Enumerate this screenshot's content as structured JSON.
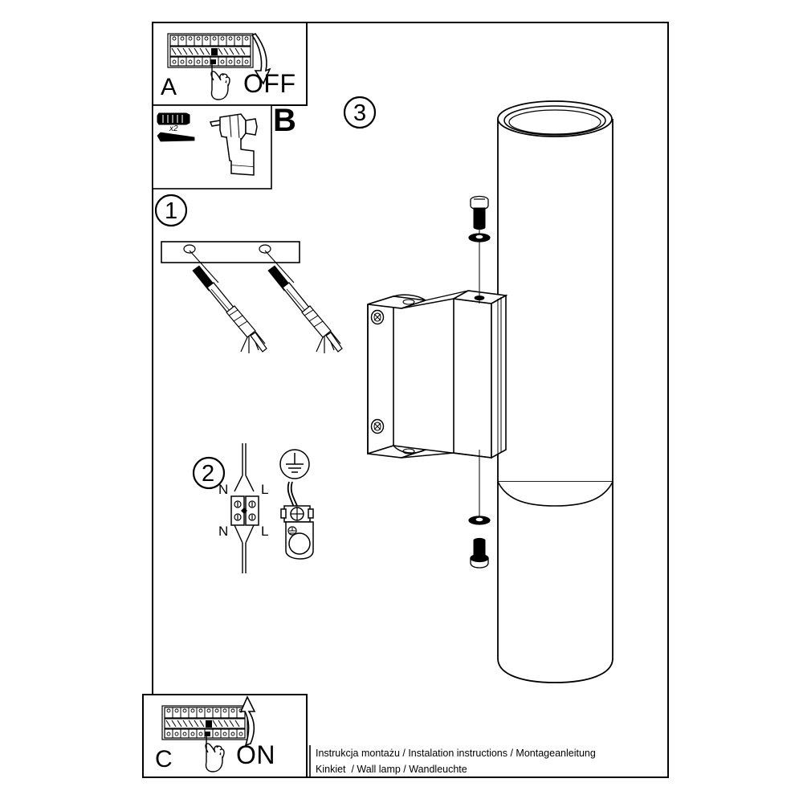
{
  "document": {
    "type": "installation-instruction-sheet",
    "product": "Wall lamp / Kinkiet / Wandleuchte",
    "background_color": "#ffffff",
    "line_color": "#000000"
  },
  "caption": {
    "line1": "Instrukcja montażu / Instalation instructions / Montageanleitung",
    "line2": "Kinkiet  / Wall lamp / Wandleuchte"
  },
  "panels": {
    "a": {
      "letter": "A",
      "action_label": "OFF",
      "description": "Switch the circuit breaker off",
      "icons": [
        "breaker-panel-icon",
        "hand-pointing-icon",
        "arrow-down-icon"
      ]
    },
    "b": {
      "letter": "B",
      "parts_quantity": "x2",
      "description": "Drill holes and insert wall plugs",
      "icons": [
        "wall-plug-icon",
        "screw-icon",
        "power-drill-icon"
      ]
    },
    "c": {
      "letter": "C",
      "action_label": "ON",
      "description": "Switch the circuit breaker on",
      "icons": [
        "breaker-panel-icon",
        "hand-pointing-icon",
        "arrow-up-icon"
      ]
    }
  },
  "steps": [
    {
      "number": "1",
      "description": "Fix the mounting plate to the wall with screws and plugs"
    },
    {
      "number": "2",
      "description": "Connect N and L wires to the terminal block and earth the fixture",
      "terminal_labels": {
        "top_left": "N",
        "top_right": "L",
        "bottom_left": "N",
        "bottom_right": "L"
      },
      "earth_symbol": "earth-ground-icon"
    },
    {
      "number": "3",
      "description": "Mount the cylindrical lamp body onto the bracket with screws and washers"
    }
  ]
}
